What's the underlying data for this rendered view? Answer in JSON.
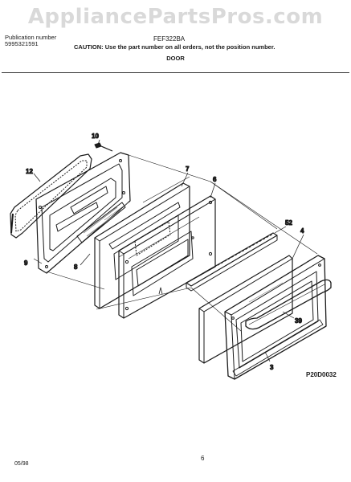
{
  "watermark": "AppliancePartsPros.com",
  "header": {
    "publication_label": "Publication number",
    "publication_number": "5995321591",
    "model": "FEF322BA",
    "caution": "CAUTION: Use the part number on all orders, not the position number.",
    "section_title": "DOOR"
  },
  "callouts": {
    "c10": "10",
    "c12": "12",
    "c7": "7",
    "c6": "6",
    "c52": "52",
    "c4": "4",
    "c9": "9",
    "c8": "8",
    "c39": "39",
    "c3": "3"
  },
  "figure_code": "P20D0032",
  "footer": {
    "date": "05/98",
    "page": "6"
  },
  "colors": {
    "line": "#1a1a1a",
    "watermark": "#d9d9d9",
    "glass": "#7a7a7a"
  }
}
